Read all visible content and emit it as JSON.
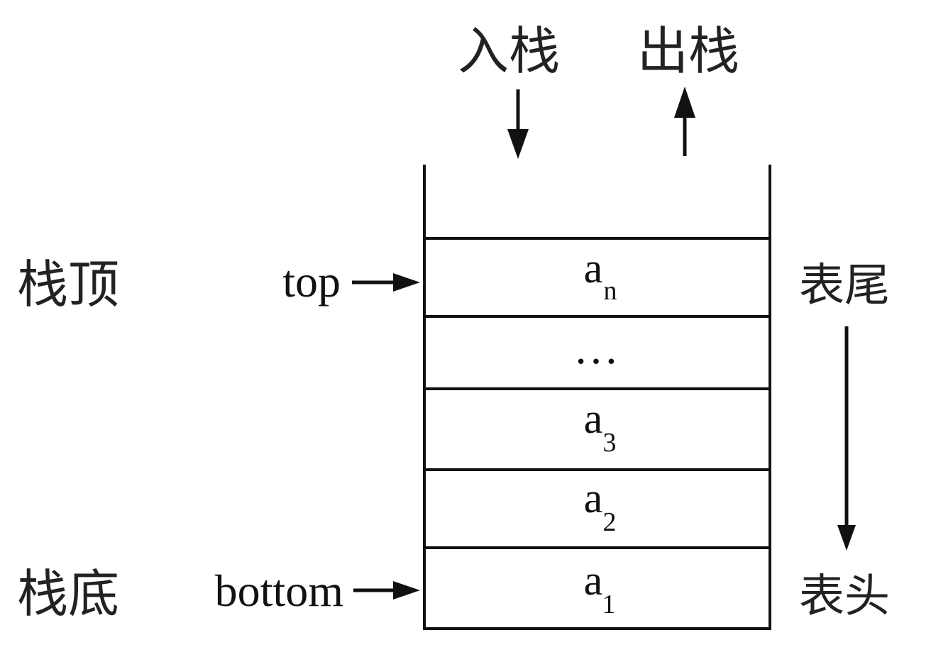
{
  "labels": {
    "push": "入栈",
    "pop": "出栈",
    "stack_top": "栈顶",
    "stack_bottom": "栈底",
    "top_pointer": "top",
    "bottom_pointer": "bottom",
    "table_tail": "表尾",
    "table_head": "表头"
  },
  "cells": {
    "top_element": {
      "base": "a",
      "sub": "n"
    },
    "ellipsis": "…",
    "third": {
      "base": "a",
      "sub": "3"
    },
    "second": {
      "base": "a",
      "sub": "2"
    },
    "first": {
      "base": "a",
      "sub": "1"
    }
  },
  "colors": {
    "ink": "#111111",
    "background": "#ffffff"
  }
}
